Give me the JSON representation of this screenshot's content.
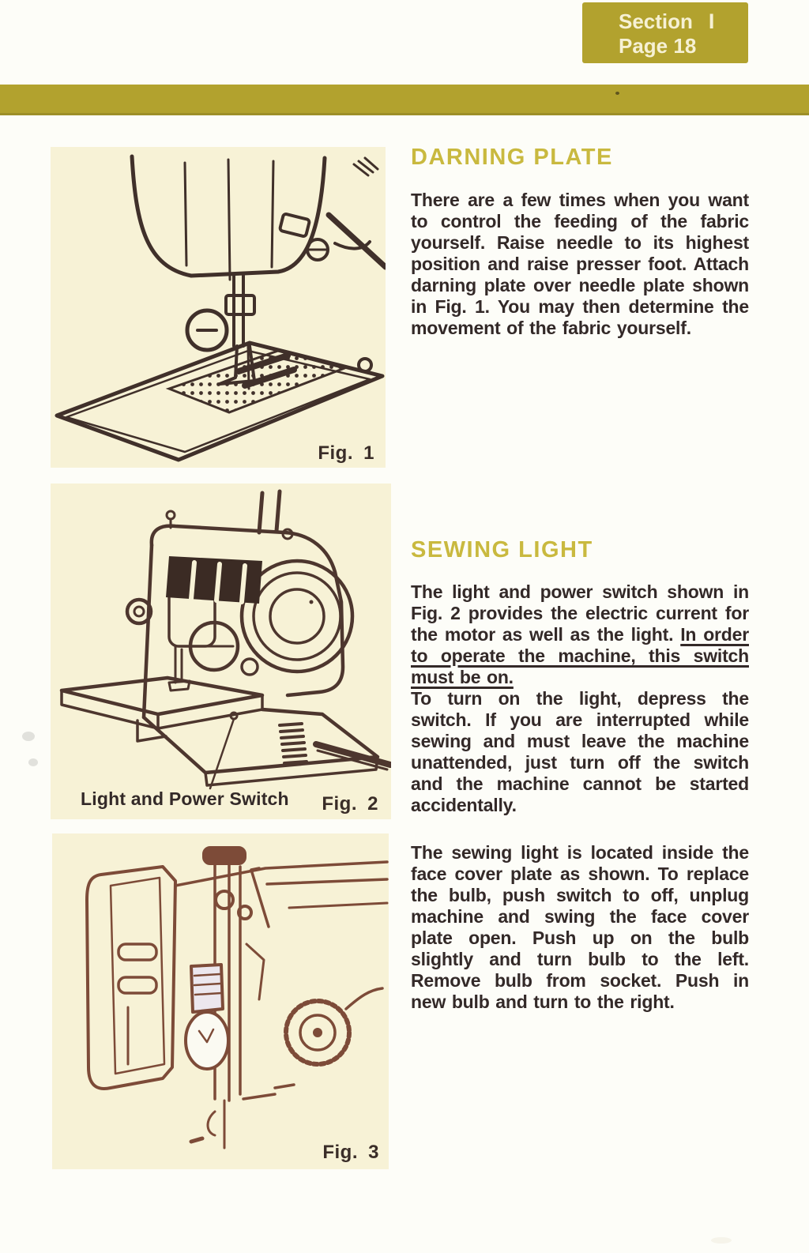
{
  "colors": {
    "accent_olive": "#b2a22e",
    "heading_yellow": "#c9b93f",
    "panel_cream": "#f7f2d6",
    "body_text": "#332928",
    "header_text_cream": "#f6f1d4",
    "fig3_sepia": "#7d4b38"
  },
  "header": {
    "section_word": "Section",
    "section_numeral": "I",
    "page_label": "Page 18"
  },
  "sections": {
    "darning_plate": {
      "heading": "DARNING PLATE",
      "body": "There are a few times when you want to control the feeding of the fabric yourself. Raise needle to its highest position and raise presser foot. Attach darning plate over needle plate shown in Fig. 1. You may then determine the movement of the fabric yourself."
    },
    "sewing_light": {
      "heading": "SEWING LIGHT",
      "paragraph1_normal": "The light and power switch shown in Fig. 2 provides the electric current for the motor as well as the light. ",
      "paragraph1_underlined": "In order to operate the machine, this switch must be on.",
      "paragraph1_continued": "To turn on the light, depress the switch. If you are interrupted while sewing and must leave the machine unattended, just turn off the switch and the machine cannot be started accidentally.",
      "paragraph2": "The sewing light is located inside the face cover plate as shown. To replace the bulb, push switch to off, unplug machine and swing the face cover plate open. Push up on the bulb slightly and turn bulb to the left. Remove bulb from socket. Push in new bulb and turn to the right."
    }
  },
  "figures": [
    {
      "caption": "Fig. 1"
    },
    {
      "caption": "Fig. 2",
      "label": "Light and Power Switch"
    },
    {
      "caption": "Fig. 3"
    }
  ]
}
